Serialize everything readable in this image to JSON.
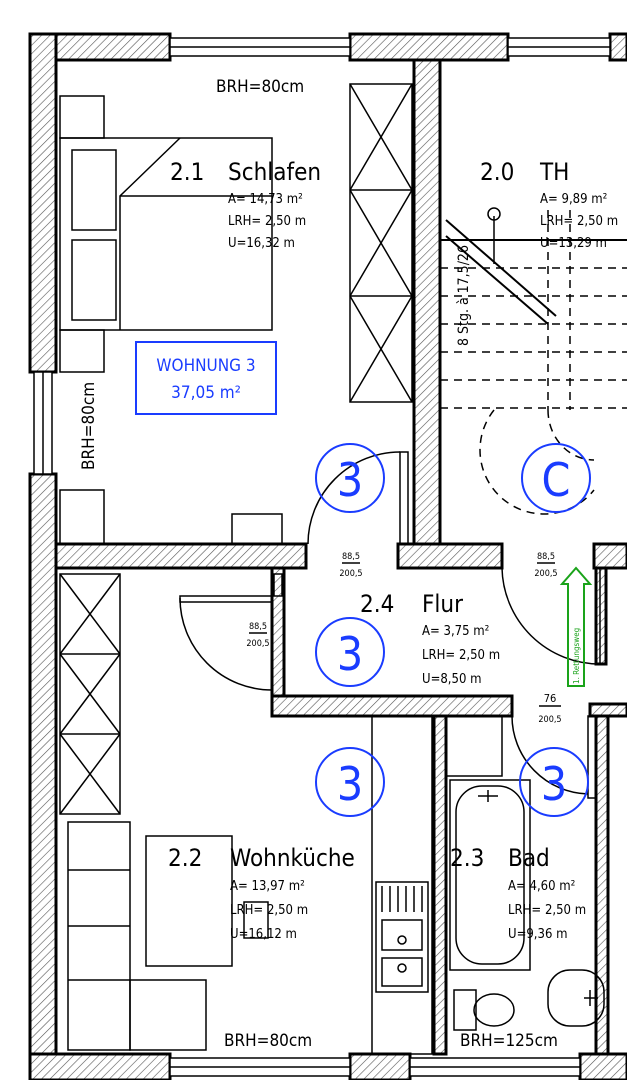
{
  "rooms": [
    {
      "number": "2.1",
      "name": "Schlafen",
      "area": "A= 14,73 m²",
      "lrh": "LRH= 2,50 m",
      "perimeter": "U=16,32 m"
    },
    {
      "number": "2.0",
      "name": "TH",
      "area": "A= 9,89 m²",
      "lrh": "LRH= 2,50 m",
      "perimeter": "U=13,29 m"
    },
    {
      "number": "2.4",
      "name": "Flur",
      "area": "A= 3,75 m²",
      "lrh": "LRH= 2,50 m",
      "perimeter": "U=8,50 m"
    },
    {
      "number": "2.2",
      "name": "Wohnküche",
      "area": "A= 13,97 m²",
      "lrh": "LRH= 2,50 m",
      "perimeter": "U=16,12 m"
    },
    {
      "number": "2.3",
      "name": "Bad",
      "area": "A= 4,60 m²",
      "lrh": "LRH= 2,50 m",
      "perimeter": "U=9,36 m"
    }
  ],
  "apartment": {
    "label": "WOHNUNG 3",
    "area": "37,05 m²"
  },
  "sill_heights": {
    "top": "BRH=80cm",
    "left": "BRH=80cm",
    "bottom_kitchen": "BRH=80cm",
    "bottom_bath": "BRH=125cm"
  },
  "stairs": {
    "label": "8 Stg. à 17,5/26"
  },
  "door_sizes": {
    "bedroom": {
      "width": "88,5",
      "height": "200,5"
    },
    "stair": {
      "width": "88,5",
      "height": "200,5"
    },
    "kitchen": {
      "width": "88,5",
      "height": "200,5"
    },
    "bath": {
      "width": "76",
      "height": "200,5"
    }
  },
  "markers": {
    "bedroom": "3",
    "stair": "C",
    "flur": "3",
    "kitchen": "3",
    "bath": "3"
  },
  "escape_route": "1. Rettungsweg",
  "colors": {
    "annotation": "#1a3cff",
    "escape_route": "#1aa31a",
    "lines": "#000000"
  }
}
